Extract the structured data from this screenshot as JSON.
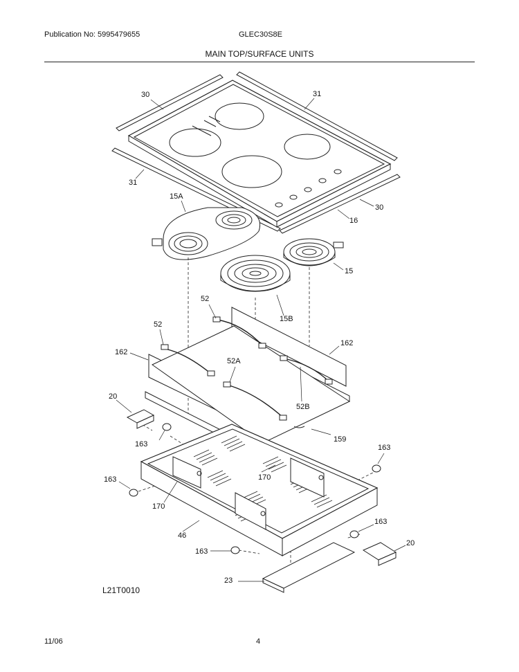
{
  "header": {
    "publication": "Publication No: 5995479655",
    "model": "GLEC30S8E",
    "title": "MAIN TOP/SURFACE UNITS"
  },
  "diagram": {
    "drawing_code": "L21T0010",
    "callouts": {
      "p30a": "30",
      "p31a": "31",
      "p31b": "31",
      "p30b": "30",
      "p16": "16",
      "p15A": "15A",
      "p15": "15",
      "p15B": "15B",
      "p52a": "52",
      "p52b": "52",
      "p162a": "162",
      "p162b": "162",
      "p52A": "52A",
      "p52B": "52B",
      "p20a": "20",
      "p163a": "163",
      "p159": "159",
      "p163b": "163",
      "p163c": "163",
      "p170a": "170",
      "p170b": "170",
      "p46": "46",
      "p163d": "163",
      "p163e": "163",
      "p20b": "20",
      "p23": "23"
    }
  },
  "footer": {
    "date": "11/06",
    "page": "4"
  }
}
